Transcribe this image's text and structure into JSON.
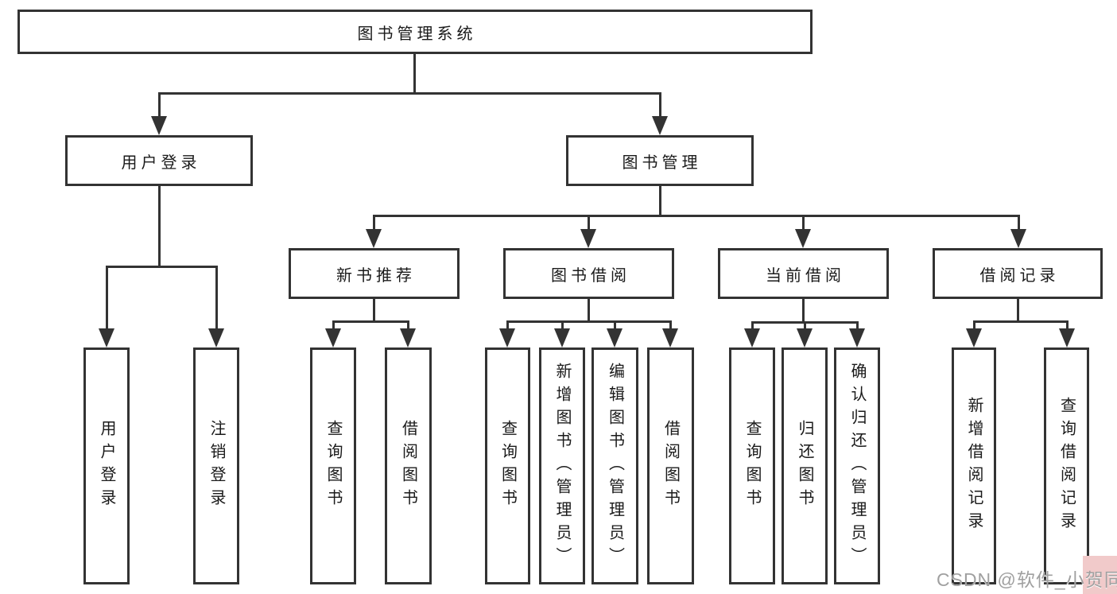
{
  "diagram": {
    "title": "图书管理系统",
    "level1": {
      "user_login": "用户登录",
      "book_mgmt": "图书管理"
    },
    "level2": {
      "new_books": "新书推荐",
      "borrowing": "图书借阅",
      "current": "当前借阅",
      "records": "借阅记录"
    },
    "leaves": {
      "user_login": [
        "用户登录",
        "注销登录"
      ],
      "new_books": [
        "查询图书",
        "借阅图书"
      ],
      "borrowing": [
        "查询图书",
        "新增图书（管理员）",
        "编辑图书（管理员）",
        "借阅图书"
      ],
      "current": [
        "查询图书",
        "归还图书",
        "确认归还（管理员）"
      ],
      "records": [
        "新增借阅记录",
        "查询借阅记录"
      ]
    }
  },
  "watermark": {
    "text": "CSDN @软件_小贺同学",
    "highlight_color": "#f1caca"
  },
  "colors": {
    "line": "#333333",
    "box_border": "#333333",
    "text": "#1a1a1a",
    "background": "#ffffff"
  }
}
